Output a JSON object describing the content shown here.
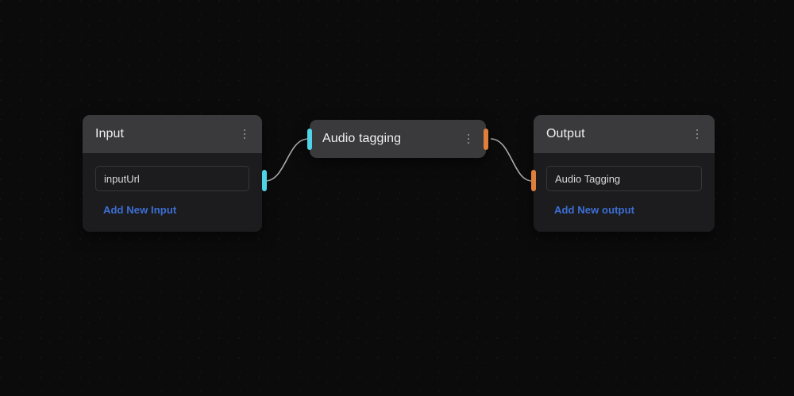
{
  "canvas": {
    "background_color": "#0b0b0c",
    "grid": "dot-grid"
  },
  "theme": {
    "node_header_bg": "#3a3a3c",
    "node_body_bg": "#1c1c1e",
    "link_color": "#3c6fd6",
    "port_input_color": "#4fd3e6",
    "port_output_color": "#df7f3c",
    "edge_color": "#c8c8c8",
    "text_primary": "#f0f0f0",
    "text_secondary": "#d9d9db"
  },
  "nodes": [
    {
      "id": "input",
      "title": "Input",
      "menu_icon": "kebab-menu-icon",
      "fields": [
        {
          "label": "inputUrl",
          "value": "inputUrl"
        }
      ],
      "add_label": "Add New Input",
      "ports": {
        "output": "source-port-input-node"
      }
    },
    {
      "id": "audio-tagging",
      "title": "Audio tagging",
      "menu_icon": "kebab-menu-icon",
      "fields": [],
      "add_label": "",
      "ports": {
        "input": "target-port-audio-node",
        "output": "source-port-audio-node"
      }
    },
    {
      "id": "output",
      "title": "Output",
      "menu_icon": "kebab-menu-icon",
      "fields": [
        {
          "label": "Audio Tagging",
          "value": "Audio Tagging"
        }
      ],
      "add_label": "Add New output",
      "ports": {
        "input": "target-port-output-node"
      }
    }
  ],
  "edges": [
    {
      "from": "input",
      "to": "audio-tagging",
      "color": "#c8c8c8"
    },
    {
      "from": "audio-tagging",
      "to": "output",
      "color": "#c8c8c8"
    }
  ]
}
